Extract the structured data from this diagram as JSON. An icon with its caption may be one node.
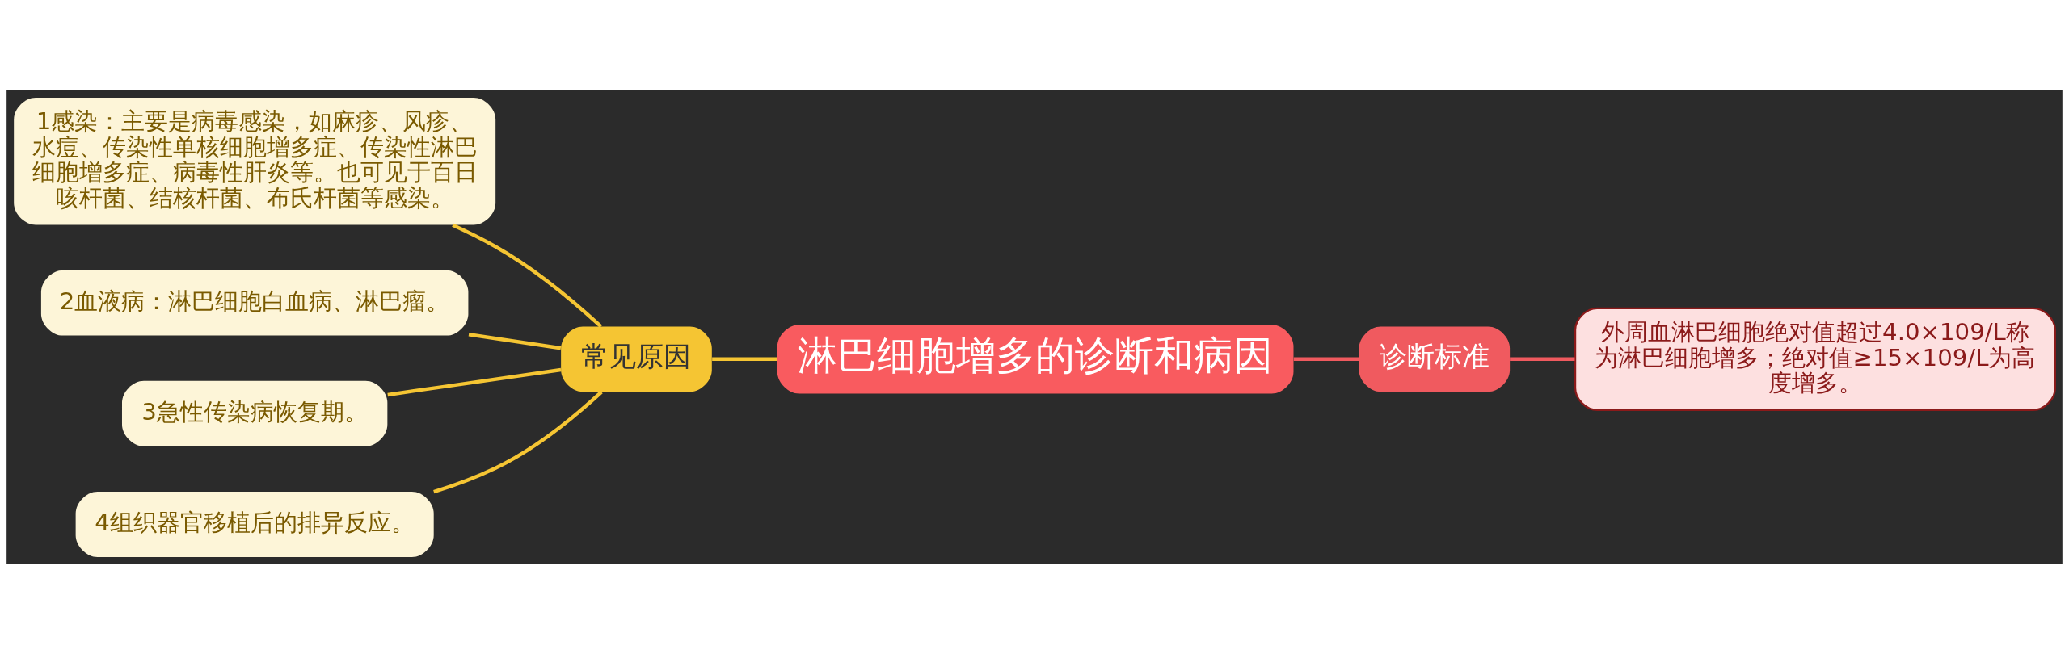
{
  "diagram": {
    "nodes": [
      {
        "text": [
          "淋巴细胞增多的诊断和病因"
        ]
      },
      {
        "text": [
          "常见原因"
        ]
      },
      {
        "text": [
          "1感染：主要是病毒感染，如麻疹、风疹、水痘、传染性单核细胞增多症、传染性淋巴细胞增多症、病毒性肝炎等。也可见于百日咳杆菌、结核杆菌、布氏杆菌等感染。"
        ]
      },
      {
        "text": [
          "2血液病：淋巴细胞白血病、淋巴瘤。"
        ]
      },
      {
        "text": [
          "3急性传染病恢复期。"
        ]
      },
      {
        "text": [
          "4组织器官移植后的排异反应。"
        ]
      },
      {
        "text": [
          "诊断标准"
        ]
      },
      {
        "text": [
          "外周血淋巴细胞绝对值超过4.0×109/L称为淋巴细胞增多；绝对值≥15×109/L为高度增多。"
        ]
      }
    ],
    "edges": [
      {
        "from": 2,
        "to": 1,
        "arrow": "none"
      },
      {
        "from": 3,
        "to": 1,
        "arrow": "none"
      },
      {
        "from": 4,
        "to": 1,
        "arrow": "none"
      },
      {
        "from": 5,
        "to": 1,
        "arrow": "none"
      },
      {
        "from": 1,
        "to": 0,
        "arrow": "none"
      },
      {
        "from": 0,
        "to": 6,
        "arrow": "none",
        "color": "#f05a5f"
      },
      {
        "from": 6,
        "to": 7,
        "arrow": "none",
        "color": "#f05a5f"
      }
    ]
  }
}
